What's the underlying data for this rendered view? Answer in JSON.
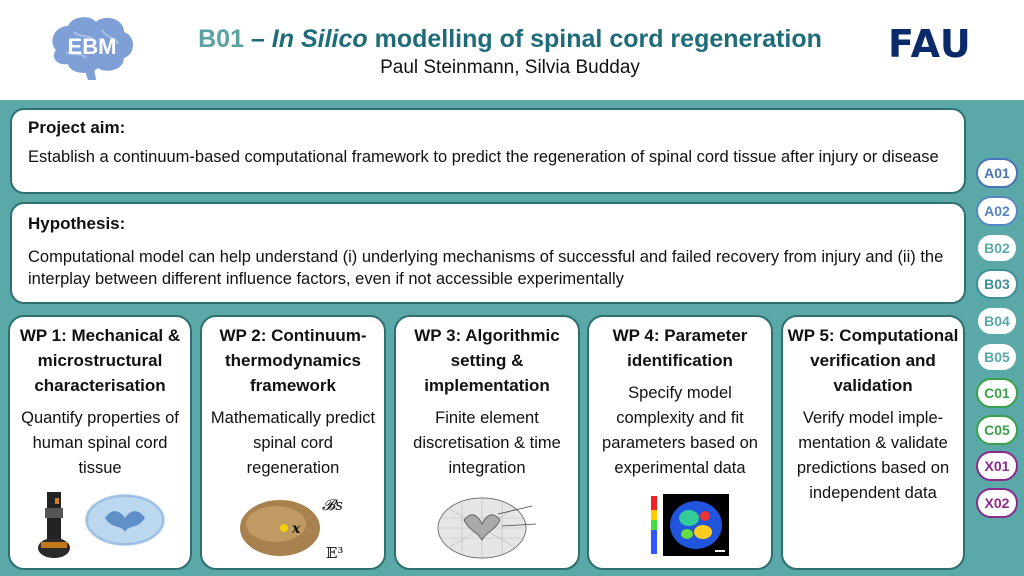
{
  "header": {
    "logo_left": "EBM",
    "title_code": "B01",
    "title_dash": " – ",
    "title_italic": "In Silico",
    "title_rest": " modelling of spinal cord regeneration",
    "authors": "Paul Steinmann, Silvia Budday",
    "logo_right": "FAU"
  },
  "aim": {
    "heading": "Project aim:",
    "text": "Establish a continuum-based computational framework to predict the regeneration of spinal cord tissue after injury or disease"
  },
  "hypothesis": {
    "heading": "Hypothesis:",
    "text": "Computational model can help understand (i) underlying mechanisms of successful and failed recovery from injury and (ii) the interplay between different influence factors, even if not accessible experimentally"
  },
  "work_packages": [
    {
      "title": "WP 1: Mechanical & microstructural characterisation",
      "body": "Quantify properties of human spinal cord tissue"
    },
    {
      "title": "WP 2: Continuum-thermodynamics framework",
      "body": "Mathematically predict spinal cord regeneration"
    },
    {
      "title": "WP 3: Algorithmic setting & implementation",
      "body": "Finite element discretisation & time integration"
    },
    {
      "title": "WP 4: Parameter identification",
      "body": "Specify model complexity and fit parameters based on experimental data"
    },
    {
      "title": "WP 5: Computational verification and validation",
      "body": "Verify model imple-mentation & validate predictions based on independent data"
    }
  ],
  "wp2_figure": {
    "label_body": "𝓑s",
    "label_space": "𝔼³",
    "label_point": "x"
  },
  "projects": [
    {
      "code": "A01",
      "color": "#4a74b8"
    },
    {
      "code": "A02",
      "color": "#5585c2"
    },
    {
      "code": "B02",
      "color": "#5aa8a8"
    },
    {
      "code": "B03",
      "color": "#3f8f99"
    },
    {
      "code": "B04",
      "color": "#5aa8a8"
    },
    {
      "code": "B05",
      "color": "#5aa8a8"
    },
    {
      "code": "C01",
      "color": "#3aa04a"
    },
    {
      "code": "C05",
      "color": "#3aa04a"
    },
    {
      "code": "X01",
      "color": "#8a2a8a"
    },
    {
      "code": "X02",
      "color": "#8a2a8a"
    }
  ],
  "colors": {
    "teal_background": "#5aa8a8",
    "title_blue": "#1e6b7a",
    "fau_blue": "#0a2a6a"
  }
}
